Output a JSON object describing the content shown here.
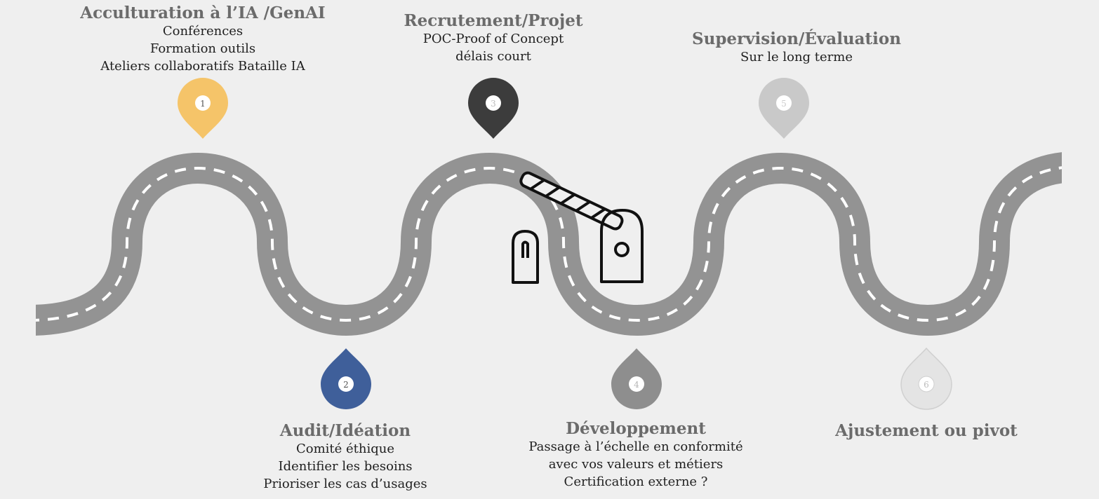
{
  "steps": [
    {
      "number": "1",
      "title": "Acculturation à l’IA /GenAI",
      "lines": [
        "Conférences",
        "Formation outils",
        "Ateliers collaboratifs Bataille IA"
      ],
      "pin_color": "#f5c469",
      "num_color": "#555555"
    },
    {
      "number": "2",
      "title": "Audit/Idéation",
      "lines": [
        "Comité éthique",
        "Identifier les besoins",
        "Prioriser les cas d’usages"
      ],
      "pin_color": "#3f5f9a",
      "num_color": "#555555"
    },
    {
      "number": "3",
      "title": "Recrutement/Projet",
      "lines": [
        "POC-Proof of Concept",
        "délais court"
      ],
      "pin_color": "#3c3c3c",
      "num_color": "#bdbdbd"
    },
    {
      "number": "4",
      "title": "Développement",
      "lines": [
        "Passage à l’échelle en conformité",
        "avec vos valeurs et métiers",
        "Certification externe ?"
      ],
      "pin_color": "#8e8e8e",
      "num_color": "#b5b5b5"
    },
    {
      "number": "5",
      "title": "Supervision/Évaluation",
      "lines": [
        "Sur le long terme"
      ],
      "pin_color": "#c9c9c9",
      "num_color": "#cccccc"
    },
    {
      "number": "6",
      "title": "Ajustement ou pivot",
      "lines": [],
      "pin_color": "#e4e4e4",
      "num_color": "#bdbdbd"
    }
  ],
  "colors": {
    "background": "#efefef",
    "road": "#939393",
    "road_dash": "#ffffff",
    "barrier": "#111111"
  },
  "icons": {
    "barrier": "barrier-gate-icon"
  }
}
